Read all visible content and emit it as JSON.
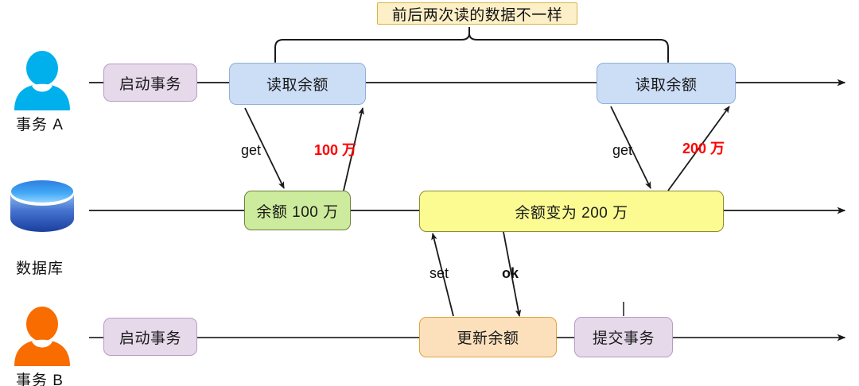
{
  "diagram": {
    "title_note": "前后两次读的数据不一样",
    "actors": [
      {
        "id": "transaction-a",
        "label": "事务 A",
        "icon": "user-icon",
        "color": "#00b0ec"
      },
      {
        "id": "database",
        "label": "数据库",
        "icon": "database-cylinder-icon",
        "color": "#2a5fd0"
      },
      {
        "id": "transaction-b",
        "label": "事务 B",
        "icon": "user-icon",
        "color": "#f86c00"
      }
    ],
    "lane_a": {
      "start_transaction": "启动事务",
      "read_balance_1": "读取余额",
      "read_balance_2": "读取余额"
    },
    "lane_db": {
      "balance_initial": "余额 100 万",
      "balance_updated": "余额变为 200 万"
    },
    "lane_b": {
      "start_transaction": "启动事务",
      "update_balance": "更新余额",
      "commit_transaction": "提交事务"
    },
    "edge_labels": {
      "get_1": "get",
      "value_1": "100 万",
      "get_2": "get",
      "value_2": "200 万",
      "set": "set",
      "ok": "ok"
    },
    "colors": {
      "purple_fill": "#e5d9ea",
      "blue_fill": "#ccddf6",
      "green_fill": "#cdeb9c",
      "yellow_fill": "#fbfb92",
      "orange_fill": "#fce0bb",
      "note_fill": "#fdf0c8",
      "red_text": "#ff0000",
      "line": "#333333"
    }
  }
}
